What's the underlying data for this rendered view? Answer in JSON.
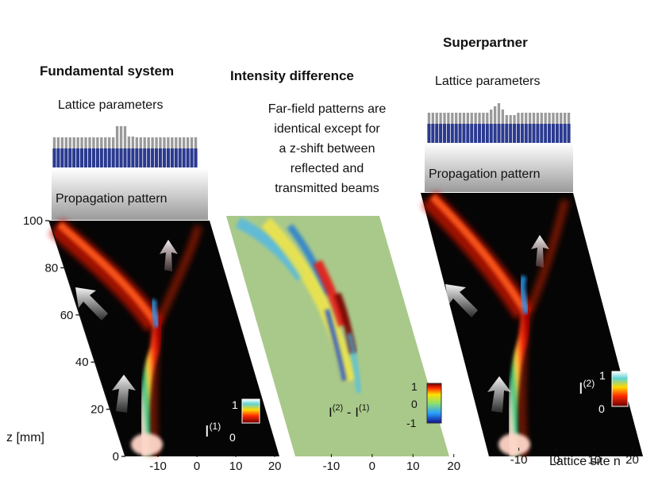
{
  "panels": {
    "fundamental": {
      "title": "Fundamental system",
      "lattice_label": "Lattice parameters",
      "propagation_label": "Propagation pattern",
      "colorbar": {
        "label": "I",
        "sup": "(1)",
        "max": "1",
        "min": "0"
      }
    },
    "difference": {
      "title": "Intensity difference",
      "caption": [
        "Far-field patterns are",
        "identical except for",
        "a z-shift between",
        "reflected and",
        "transmitted beams"
      ],
      "colorbar": {
        "label": "I",
        "sup1": "(2)",
        "minus": " - I",
        "sup2": "(1)",
        "max": "1",
        "mid": "0",
        "min": "-1"
      }
    },
    "superpartner": {
      "title": "Superpartner",
      "lattice_label": "Lattice parameters",
      "propagation_label": "Propagation pattern",
      "colorbar": {
        "label": "I",
        "sup": "(2)",
        "max": "1",
        "min": "0"
      }
    }
  },
  "axes": {
    "z_label": "z [mm]",
    "z_ticks": [
      "0",
      "20",
      "40",
      "60",
      "80",
      "100"
    ],
    "n_ticks": [
      "-10",
      "0",
      "10",
      "20"
    ],
    "n_label": "Lattice site n"
  },
  "colors": {
    "lattice_blue": "#2b3a8f",
    "lattice_gray": "#9a9a9a",
    "background": "#ffffff",
    "panel_dark": "#050505",
    "difference_bg": "#a9c98a"
  }
}
